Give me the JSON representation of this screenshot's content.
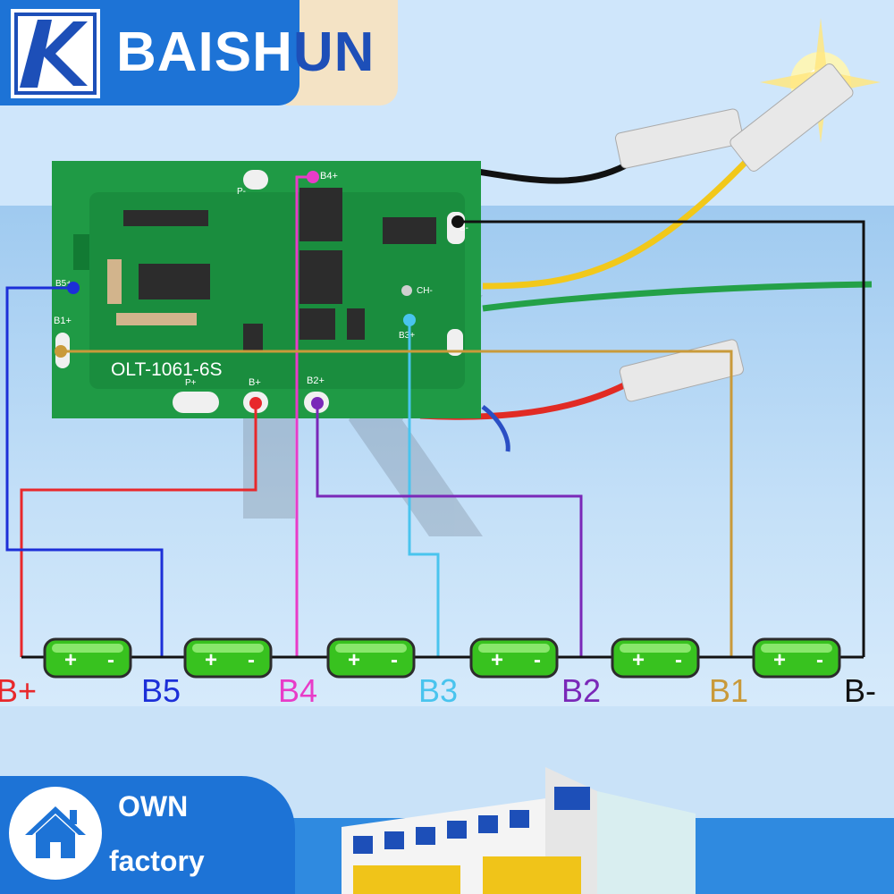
{
  "brand": {
    "name_a": "BAISH",
    "name_b": "UN"
  },
  "board": {
    "model": "OLT-1061-6S",
    "pads": {
      "p_minus": "P-",
      "b4_plus": "B4+",
      "b_minus": "B-",
      "b5_plus": "B5+",
      "b1_plus": "B1+",
      "ch_minus": "CH-",
      "b3_plus": "B3+",
      "b2_plus": "B2+",
      "b_plus": "B+",
      "p_plus": "P+"
    }
  },
  "terminals": [
    "B+",
    "B5",
    "B4",
    "B3",
    "B2",
    "B1",
    "B-"
  ],
  "terminal_colors": {
    "B+": "#e8282b",
    "B5": "#1c2fd8",
    "B4": "#e83cc8",
    "B3": "#49c4ee",
    "B2": "#7a28b8",
    "B1": "#c99a3a",
    "B-": "#111111"
  },
  "cells": [
    {
      "plus": "+",
      "minus": "-"
    },
    {
      "plus": "+",
      "minus": "-"
    },
    {
      "plus": "+",
      "minus": "-"
    },
    {
      "plus": "+",
      "minus": "-"
    },
    {
      "plus": "+",
      "minus": "-"
    },
    {
      "plus": "+",
      "minus": "-"
    }
  ],
  "footer": {
    "line1": "OWN",
    "line2": "factory"
  },
  "icons": [
    "bs-logo-icon",
    "house-icon",
    "building-icon",
    "lightning-spark-icon"
  ]
}
